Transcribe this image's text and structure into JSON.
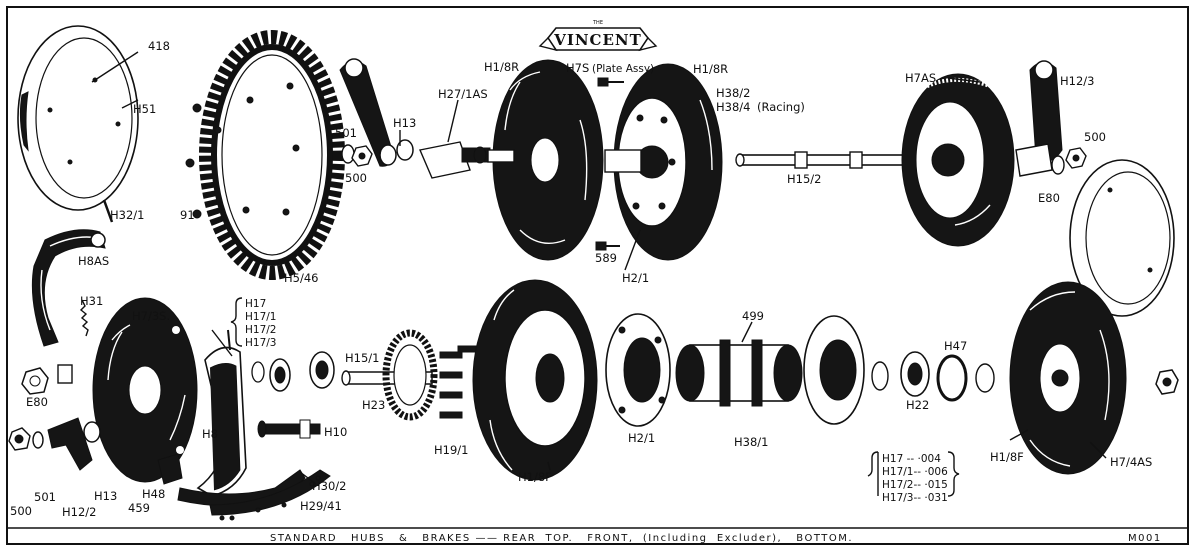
{
  "brand": {
    "small": "THE",
    "name": "VINCENT"
  },
  "labels": {
    "418": "418",
    "H51": "H51",
    "H32_1": "H32/1",
    "H8AS": "H8AS",
    "H31": "H31",
    "H7_3S": "H7/3S.",
    "E80_left": "E80",
    "500_left": "500",
    "501_left": "501",
    "H12_2": "H12/2",
    "H13_bottom": "H13",
    "459": "459",
    "H48": "H48",
    "H8": "H8",
    "H10": "H10",
    "H30_2": "H30/2",
    "H29_41": "H29/41",
    "91": "91",
    "H5_46": "H5/46",
    "501_top": "501",
    "500_top": "500",
    "H13_top": "H13",
    "H27_1AS": "H27/1AS",
    "H1_8R_left": "H1/8R",
    "H7S": "H7S",
    "plate_assy": "(Plate Assy)",
    "H1_8R_right": "H1/8R",
    "H38_2": "H38/2",
    "H38_4": "H38/4",
    "racing": "(Racing)",
    "589": "589",
    "H2_1_top": "H2/1",
    "H15_2": "H15/2",
    "H7AS": "H7AS",
    "H12_3": "H12/3",
    "500_right": "500",
    "E80_right": "E80",
    "H15_1": "H15/1",
    "H23": "H23",
    "H19_1": "H19/1",
    "H1_8F_mid": "H1/8F",
    "H2_1_bottom": "H2/1",
    "499": "499",
    "H38_1": "H38/1",
    "H22": "H22",
    "H47": "H47",
    "H1_8F_right": "H1/8F",
    "H7_4AS": "H7/4AS"
  },
  "shim_list_top": [
    "H17",
    "H17/1",
    "H17/2",
    "H17/3"
  ],
  "shim_list_bottom": [
    "H17 -- ·004",
    "H17/1-- ·006",
    "H17/2-- ·015",
    "H17/3-- ·031"
  ],
  "caption": {
    "text": "STANDARD   HUBS   &   BRAKES —— REAR  TOP.   FRONT,  (Including  Excluder),   BOTTOM.",
    "code": "M001"
  }
}
